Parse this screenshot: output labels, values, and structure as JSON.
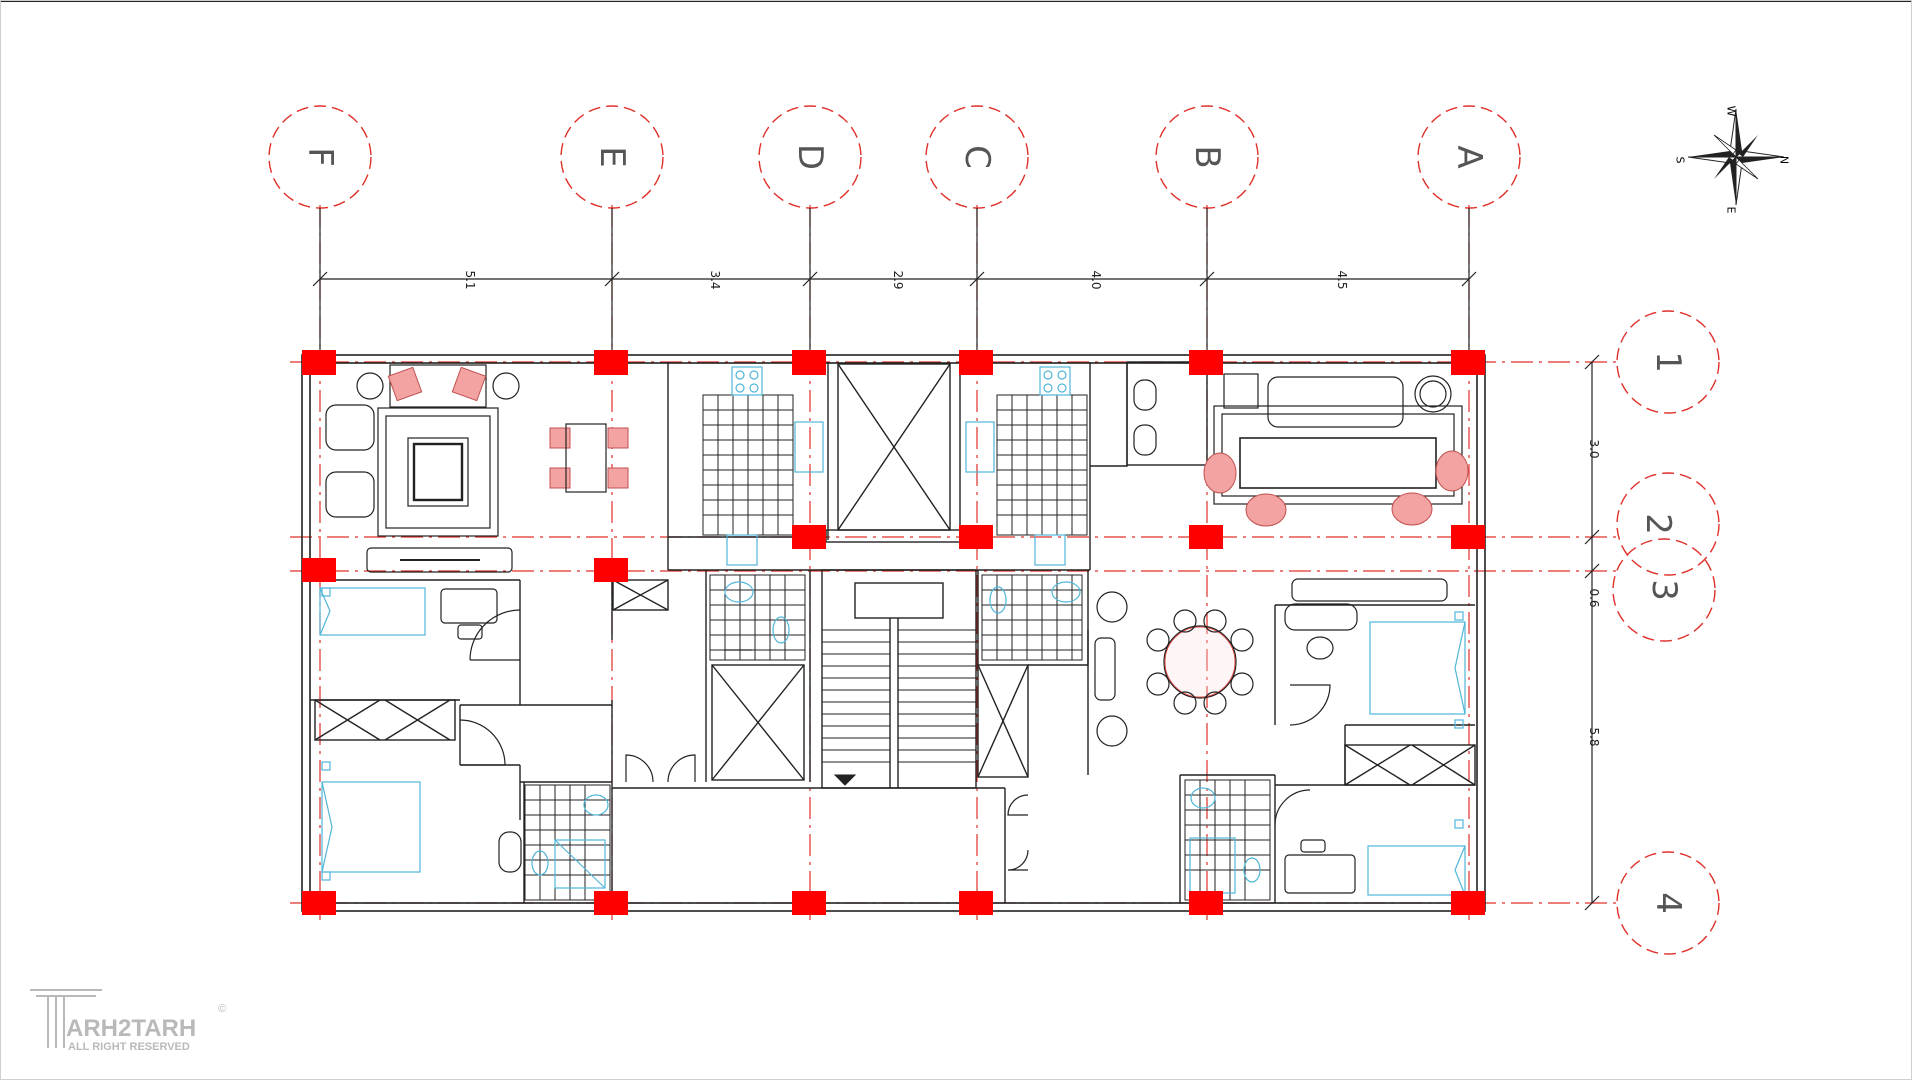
{
  "axes_columns": [
    {
      "label": "F"
    },
    {
      "label": "E"
    },
    {
      "label": "D"
    },
    {
      "label": "C"
    },
    {
      "label": "B"
    },
    {
      "label": "A"
    }
  ],
  "axes_rows": [
    {
      "label": "1"
    },
    {
      "label": "2"
    },
    {
      "label": "3"
    },
    {
      "label": "4"
    }
  ],
  "dims_columns": [
    "5.1",
    "3.4",
    "2.9",
    "4.0",
    "4.5"
  ],
  "dims_rows": [
    "3.0",
    "0.6",
    "5.8"
  ],
  "compass": {
    "north": "N",
    "south": "S",
    "east": "E",
    "west": "W"
  },
  "watermark": {
    "brand": "ARH2TARH",
    "tagline": "ALL RIGHT RESERVED",
    "mark": "©"
  },
  "colors": {
    "column": "#ff0000",
    "grid": "#e0302a",
    "furniture_accent": "#f4a3a3",
    "fixtures": "#4fb6d8",
    "walls": "#222222"
  }
}
